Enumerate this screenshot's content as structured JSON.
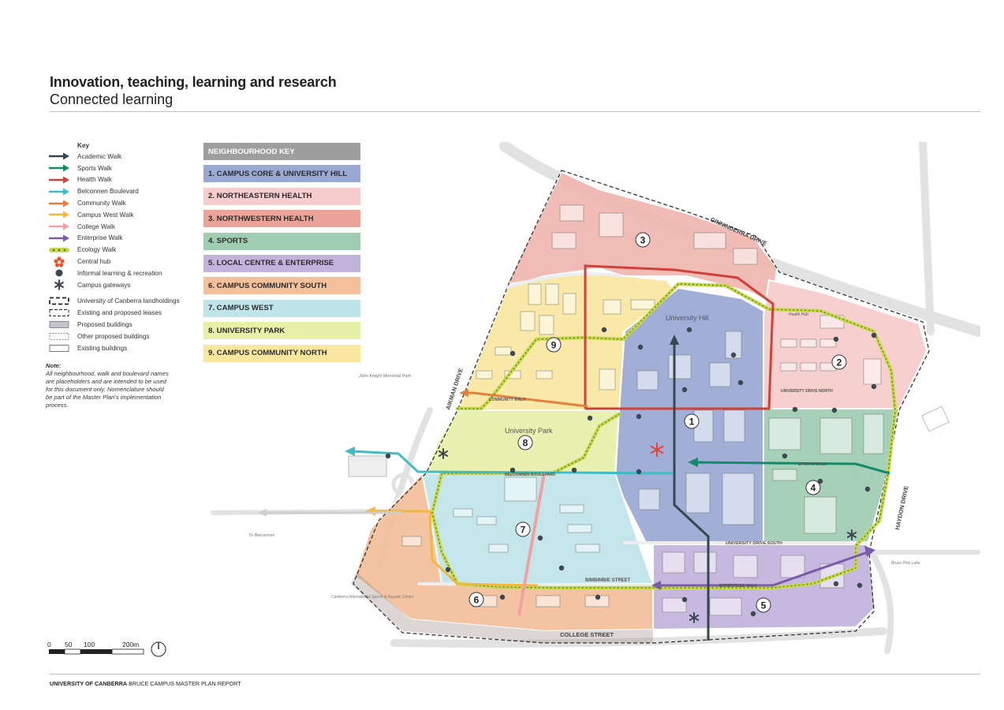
{
  "header": {
    "title": "Innovation, teaching, learning and research",
    "subtitle": "Connected learning"
  },
  "legend": {
    "title": "Key",
    "walks": [
      {
        "label": "Academic Walk",
        "color": "#37474f"
      },
      {
        "label": "Sports Walk",
        "color": "#15896a"
      },
      {
        "label": "Health Walk",
        "color": "#d0413a"
      },
      {
        "label": "Belconnen Boulevard",
        "color": "#3fbcc4"
      },
      {
        "label": "Community Walk",
        "color": "#e47f3d"
      },
      {
        "label": "Campus West Walk",
        "color": "#f2b83f"
      },
      {
        "label": "College Walk",
        "color": "#f0a1a1"
      },
      {
        "label": "Enterprise Walk",
        "color": "#7b5ba8"
      }
    ],
    "symbols": [
      {
        "label": "Ecology Walk",
        "icon": "ecology-dots"
      },
      {
        "label": "Central hub",
        "icon": "flower-icon"
      },
      {
        "label": "Informal learning & recreation",
        "icon": "dot-icon"
      },
      {
        "label": "Campus gateways",
        "icon": "asterisk-icon"
      }
    ],
    "boundaries": [
      {
        "label": "University of Canberra landholdings"
      },
      {
        "label": "Existing and proposed leases"
      },
      {
        "label": "Proposed buildings"
      },
      {
        "label": "Other proposed buildings"
      },
      {
        "label": "Existing buildings"
      }
    ],
    "note_title": "Note:",
    "note_text": "All neighbourhood, walk and boulevard names are placeholders and are intended to be used for this document only. Nomenclature should be part of the Master Plan's implementation process."
  },
  "neighbourhood_key": {
    "title": "NEIGHBOURHOOD KEY",
    "items": [
      {
        "label": "1. CAMPUS CORE & UNIVERSITY HILL",
        "color": "#9aa9d4"
      },
      {
        "label": "2. NORTHEASTERN HEALTH",
        "color": "#f7cccc"
      },
      {
        "label": "3. NORTHWESTERN HEALTH",
        "color": "#eaa49a"
      },
      {
        "label": "4. SPORTS",
        "color": "#9fcdb2"
      },
      {
        "label": "5. LOCAL CENTRE & ENTERPRISE",
        "color": "#c2b3dc"
      },
      {
        "label": "6. CAMPUS COMMUNITY SOUTH",
        "color": "#f4bf9b"
      },
      {
        "label": "7. CAMPUS WEST",
        "color": "#bfe4ea"
      },
      {
        "label": "8. UNIVERSITY PARK",
        "color": "#e7f0a9"
      },
      {
        "label": "9. CAMPUS COMMUNITY NORTH",
        "color": "#f9e7a0"
      }
    ]
  },
  "map": {
    "labels": {
      "ginninderra": "GINNINDERRA DRIVE",
      "aikman": "AIKMAN DRIVE",
      "haydon": "HAYDON DRIVE",
      "college": "COLLEGE STREET",
      "university_hill": "University Hill",
      "university_park": "University Park",
      "john_knight": "John Knight Memorial Park",
      "to_belconnen": "To Belconnen",
      "bimbimbie": "BIMBIMBIE STREET",
      "university_drive_south": "UNIVERSITY DRIVE SOUTH",
      "belconnen_boulevard": "BELCONNEN BOULEVARD",
      "community_walk": "COMMUNITY WALK",
      "sports_walk": "SPORTS WALK",
      "enterprise_walk": "ENTERPRISE WALK",
      "university_drive_north": "UNIVERSITY DRIVE NORTH",
      "health_hub": "Health Hub",
      "bruce_pine_lake": "Bruce Pine Lake",
      "canberra_aquatic": "Canberra International Sports & Aquatic Centre"
    },
    "numbers": [
      "1",
      "2",
      "3",
      "4",
      "5",
      "6",
      "7",
      "8",
      "9"
    ]
  },
  "scale": {
    "ticks": [
      "0",
      "50",
      "100",
      "200m"
    ]
  },
  "footer": {
    "bold": "UNIVERSITY OF CANBERRA",
    "rest": " BRUCE CAMPUS MASTER PLAN REPORT"
  }
}
